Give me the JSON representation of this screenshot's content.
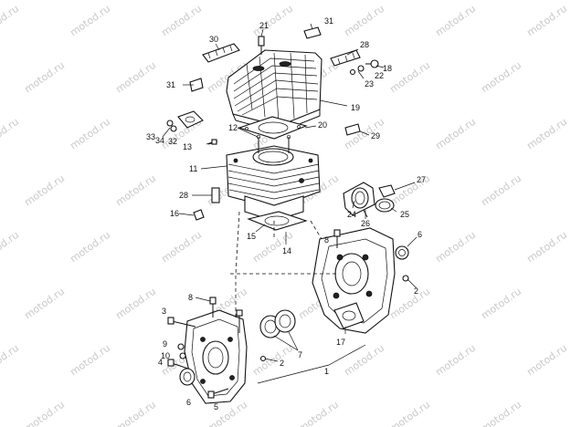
{
  "diagram": {
    "watermark_text": "motod.ru",
    "callouts": [
      {
        "id": "c21",
        "label": "21"
      },
      {
        "id": "c31a",
        "label": "31"
      },
      {
        "id": "c30",
        "label": "30"
      },
      {
        "id": "c28a",
        "label": "28"
      },
      {
        "id": "c18",
        "label": "18"
      },
      {
        "id": "c22",
        "label": "22"
      },
      {
        "id": "c23",
        "label": "23"
      },
      {
        "id": "c31b",
        "label": "31"
      },
      {
        "id": "c19",
        "label": "19"
      },
      {
        "id": "c33",
        "label": "33"
      },
      {
        "id": "c34",
        "label": "34"
      },
      {
        "id": "c32",
        "label": "32"
      },
      {
        "id": "c12",
        "label": "12"
      },
      {
        "id": "c20",
        "label": "20"
      },
      {
        "id": "c29",
        "label": "29"
      },
      {
        "id": "c13",
        "label": "13"
      },
      {
        "id": "c11",
        "label": "11"
      },
      {
        "id": "c27",
        "label": "27"
      },
      {
        "id": "c28b",
        "label": "28"
      },
      {
        "id": "c24",
        "label": "24"
      },
      {
        "id": "c26",
        "label": "26"
      },
      {
        "id": "c25",
        "label": "25"
      },
      {
        "id": "c16",
        "label": "16"
      },
      {
        "id": "c15",
        "label": "15"
      },
      {
        "id": "c14",
        "label": "14"
      },
      {
        "id": "c8a",
        "label": "8"
      },
      {
        "id": "c6a",
        "label": "6"
      },
      {
        "id": "c2a",
        "label": "2"
      },
      {
        "id": "c8b",
        "label": "8"
      },
      {
        "id": "c3",
        "label": "3"
      },
      {
        "id": "c7",
        "label": "7"
      },
      {
        "id": "c17",
        "label": "17"
      },
      {
        "id": "c9",
        "label": "9"
      },
      {
        "id": "c10",
        "label": "10"
      },
      {
        "id": "c2b",
        "label": "2"
      },
      {
        "id": "c4",
        "label": "4"
      },
      {
        "id": "c6b",
        "label": "6"
      },
      {
        "id": "c5",
        "label": "5"
      },
      {
        "id": "c1",
        "label": "1"
      }
    ]
  }
}
